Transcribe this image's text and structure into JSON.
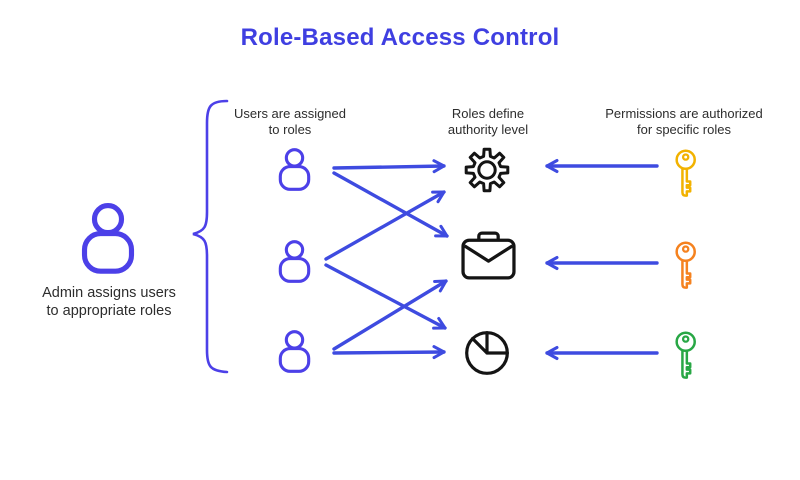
{
  "title": {
    "text": "Role-Based Access Control"
  },
  "labels": {
    "users_column": "Users are assigned\nto roles",
    "roles_column": "Roles define\nauthority level",
    "permissions_column": "Permissions are authorized\nfor specific roles",
    "admin": "Admin assigns users\nto appropriate roles"
  },
  "entities": {
    "admin": {
      "icon": "person-icon"
    },
    "users": [
      {
        "id": "user1",
        "icon": "person-icon"
      },
      {
        "id": "user2",
        "icon": "person-icon"
      },
      {
        "id": "user3",
        "icon": "person-icon"
      }
    ],
    "roles": [
      {
        "id": "role1",
        "icon": "gear-icon"
      },
      {
        "id": "role2",
        "icon": "briefcase-icon"
      },
      {
        "id": "role3",
        "icon": "pie-chart-icon"
      }
    ],
    "permissions": [
      {
        "id": "key1",
        "icon": "key-icon",
        "color": "#F2B200"
      },
      {
        "id": "key2",
        "icon": "key-icon",
        "color": "#F5821F"
      },
      {
        "id": "key3",
        "icon": "key-icon",
        "color": "#28A745"
      }
    ]
  },
  "connections": {
    "admin_groups_users_via_brace": true,
    "user_to_role": [
      [
        "user1",
        "role1"
      ],
      [
        "user1",
        "role2"
      ],
      [
        "user2",
        "role1"
      ],
      [
        "user2",
        "role3"
      ],
      [
        "user3",
        "role2"
      ],
      [
        "user3",
        "role3"
      ]
    ],
    "key_to_role": [
      [
        "key1",
        "role1"
      ],
      [
        "key2",
        "role2"
      ],
      [
        "key3",
        "role3"
      ]
    ]
  },
  "colors": {
    "title": "#3F3FE1",
    "person_icon": "#4C40E8",
    "arrow": "#3E4BE0",
    "brace": "#4C40E8",
    "role_icon": "#141414",
    "key_yellow": "#F2B200",
    "key_orange": "#F5821F",
    "key_green": "#28A745",
    "label_text": "#2D2D2D",
    "background": "#FFFFFF"
  }
}
